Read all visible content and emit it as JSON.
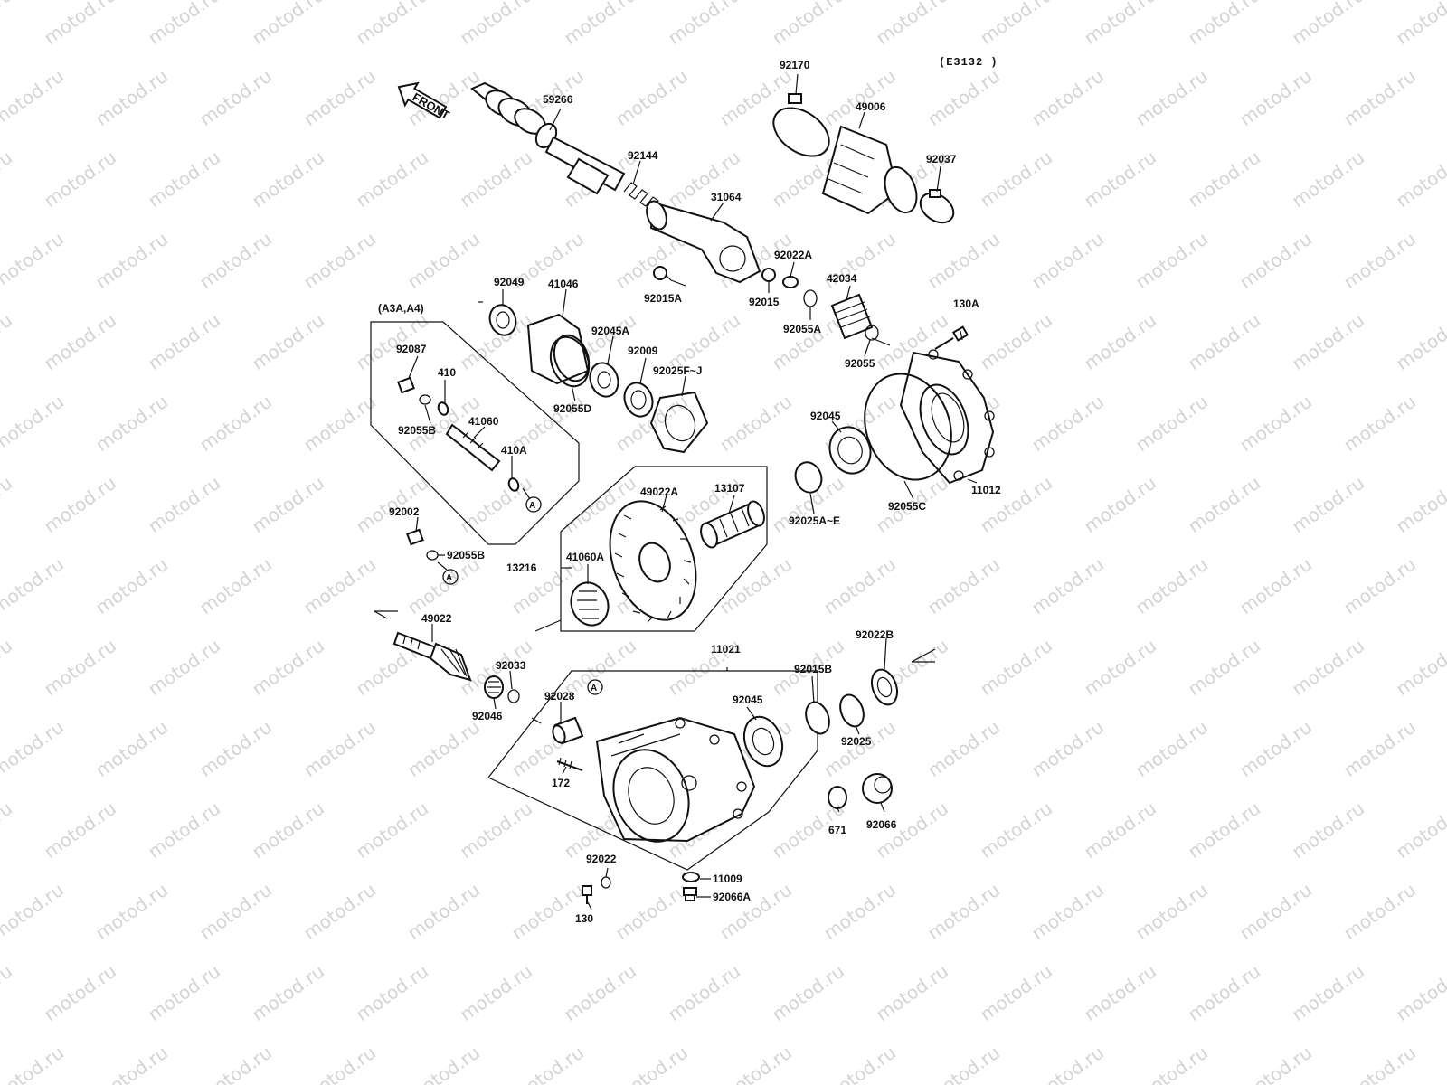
{
  "watermark": "motod.ru",
  "reference": "(E3132 )",
  "front_label": "FRONT",
  "group_label": "(A3A,A4)",
  "marker": "A",
  "labels": {
    "p59266": "59266",
    "p92144": "92144",
    "p31064": "31064",
    "p92170": "92170",
    "p49006": "49006",
    "p92037": "92037",
    "p92022A": "92022A",
    "p92015": "92015",
    "p92015A": "92015A",
    "p42034": "42034",
    "p92055A": "92055A",
    "p92055": "92055",
    "p130A": "130A",
    "p92049": "92049",
    "p41046": "41046",
    "p92045A": "92045A",
    "p92009": "92009",
    "p92025FJ": "92025F~J",
    "p92055D": "92055D",
    "p92087": "92087",
    "p410": "410",
    "p92055B_1": "92055B",
    "p41060": "41060",
    "p410A": "410A",
    "p92045_1": "92045",
    "p11012": "11012",
    "p92055C": "92055C",
    "p92025AE": "92025A~E",
    "p49022A": "49022A",
    "p13107": "13107",
    "p41060A": "41060A",
    "p13216": "13216",
    "p92002": "92002",
    "p92055B_2": "92055B",
    "p49022": "49022",
    "p92033": "92033",
    "p92046": "92046",
    "p92028": "92028",
    "p11021": "11021",
    "p92045_2": "92045",
    "p92015B": "92015B",
    "p92022B": "92022B",
    "p92025": "92025",
    "p172": "172",
    "p671": "671",
    "p92066": "92066",
    "p92022": "92022",
    "p11009": "11009",
    "p92066A": "92066A",
    "p130": "130"
  }
}
